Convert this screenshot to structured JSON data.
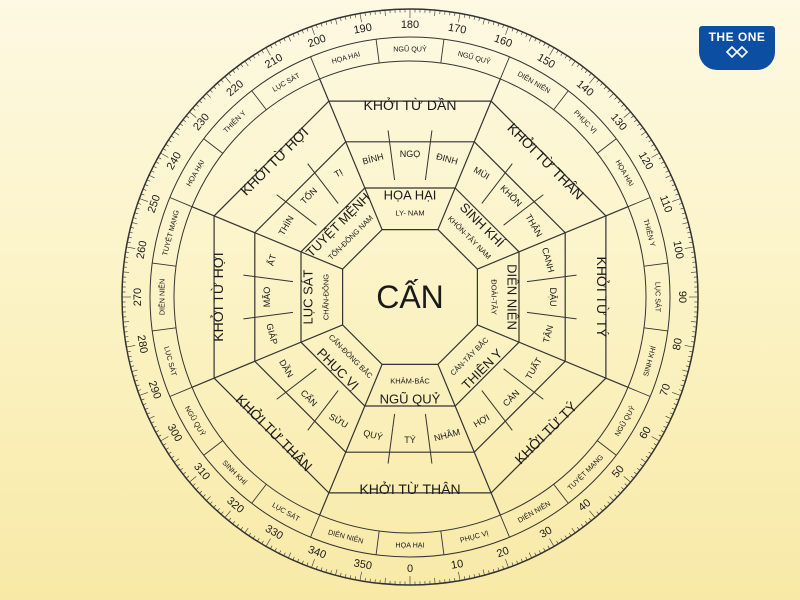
{
  "brand": {
    "name": "THE ONE"
  },
  "colors": {
    "line": "#333333",
    "logo": "#0b4ea2"
  },
  "center": "CẤN",
  "degrees": [
    "0",
    "10",
    "20",
    "30",
    "40",
    "50",
    "60",
    "70",
    "80",
    "90",
    "100",
    "110",
    "120",
    "130",
    "140",
    "150",
    "160",
    "170",
    "180",
    "190",
    "200",
    "210",
    "220",
    "230",
    "240",
    "250",
    "260",
    "270",
    "280",
    "290",
    "300",
    "310",
    "320",
    "330",
    "340",
    "350"
  ],
  "outer_ring": [
    "HỌA HẠI",
    "DIÊN NIÊN",
    "LỤC SÁT",
    "SINH KHÍ",
    "NGŨ QUỶ",
    "LỤC SÁT",
    "DIÊN NIÊN",
    "TUYỆT MẠNG",
    "HỌA HẠI",
    "THIÊN Y",
    "LỤC SÁT",
    "HỌA HẠI",
    "NGŨ QUỶ",
    "NGŨ QUỶ",
    "DIÊN NIÊN",
    "PHỤC VỊ",
    "HỌA HẠI",
    "THIÊN Y",
    "LỤC SÁT",
    "SINH KHÍ",
    "NGŨ QUỶ",
    "TUYỆT MẠNG",
    "DIÊN NIÊN",
    "PHỤC VỊ"
  ],
  "sectors": [
    {
      "title": "KHỞI TỪ DẦN",
      "mountains": [
        "BÍNH",
        "NGỌ",
        "ĐINH"
      ],
      "star": "HỌA HẠI",
      "direction": "LY- NAM"
    },
    {
      "title": "KHỞI TỪ THÂN",
      "mountains": [
        "MÙI",
        "KHÔN",
        "THÂN"
      ],
      "star": "SINH KHÍ",
      "direction": "KHÔN-TÂY NAM"
    },
    {
      "title": "KHỞI TỪ TÝ",
      "mountains": [
        "CANH",
        "DẬU",
        "TÂN"
      ],
      "star": "DIÊN NIÊN",
      "direction": "ĐOÀI-TÂY"
    },
    {
      "title": "KHỞI TỪ TÝ",
      "mountains": [
        "TUẤT",
        "CÀN",
        "HỢI"
      ],
      "star": "THIÊN Y",
      "direction": "CÀN-TÂY BẮC"
    },
    {
      "title": "KHỞI TỪ THÂN",
      "mountains": [
        "NHÂM",
        "TÝ",
        "QUÝ"
      ],
      "star": "NGŨ QUỶ",
      "direction": "KHẢM-BẮC"
    },
    {
      "title": "KHỞI TỪ THÂN",
      "mountains": [
        "SỬU",
        "CẤN",
        "DẦN"
      ],
      "star": "PHỤC VỊ",
      "direction": "CẤN-ĐÔNG BẮC"
    },
    {
      "title": "KHỞI TỪ HỢI",
      "mountains": [
        "GIÁP",
        "MÃO",
        "ẤT"
      ],
      "star": "LỤC SÁT",
      "direction": "CHẤN-ĐÔNG"
    },
    {
      "title": "KHỞI TỪ HỢI",
      "mountains": [
        "THÌN",
        "TỐN",
        "TỊ"
      ],
      "star": "TUYỆT MỆNH",
      "direction": "TỐN-ĐÔNG NAM"
    }
  ]
}
